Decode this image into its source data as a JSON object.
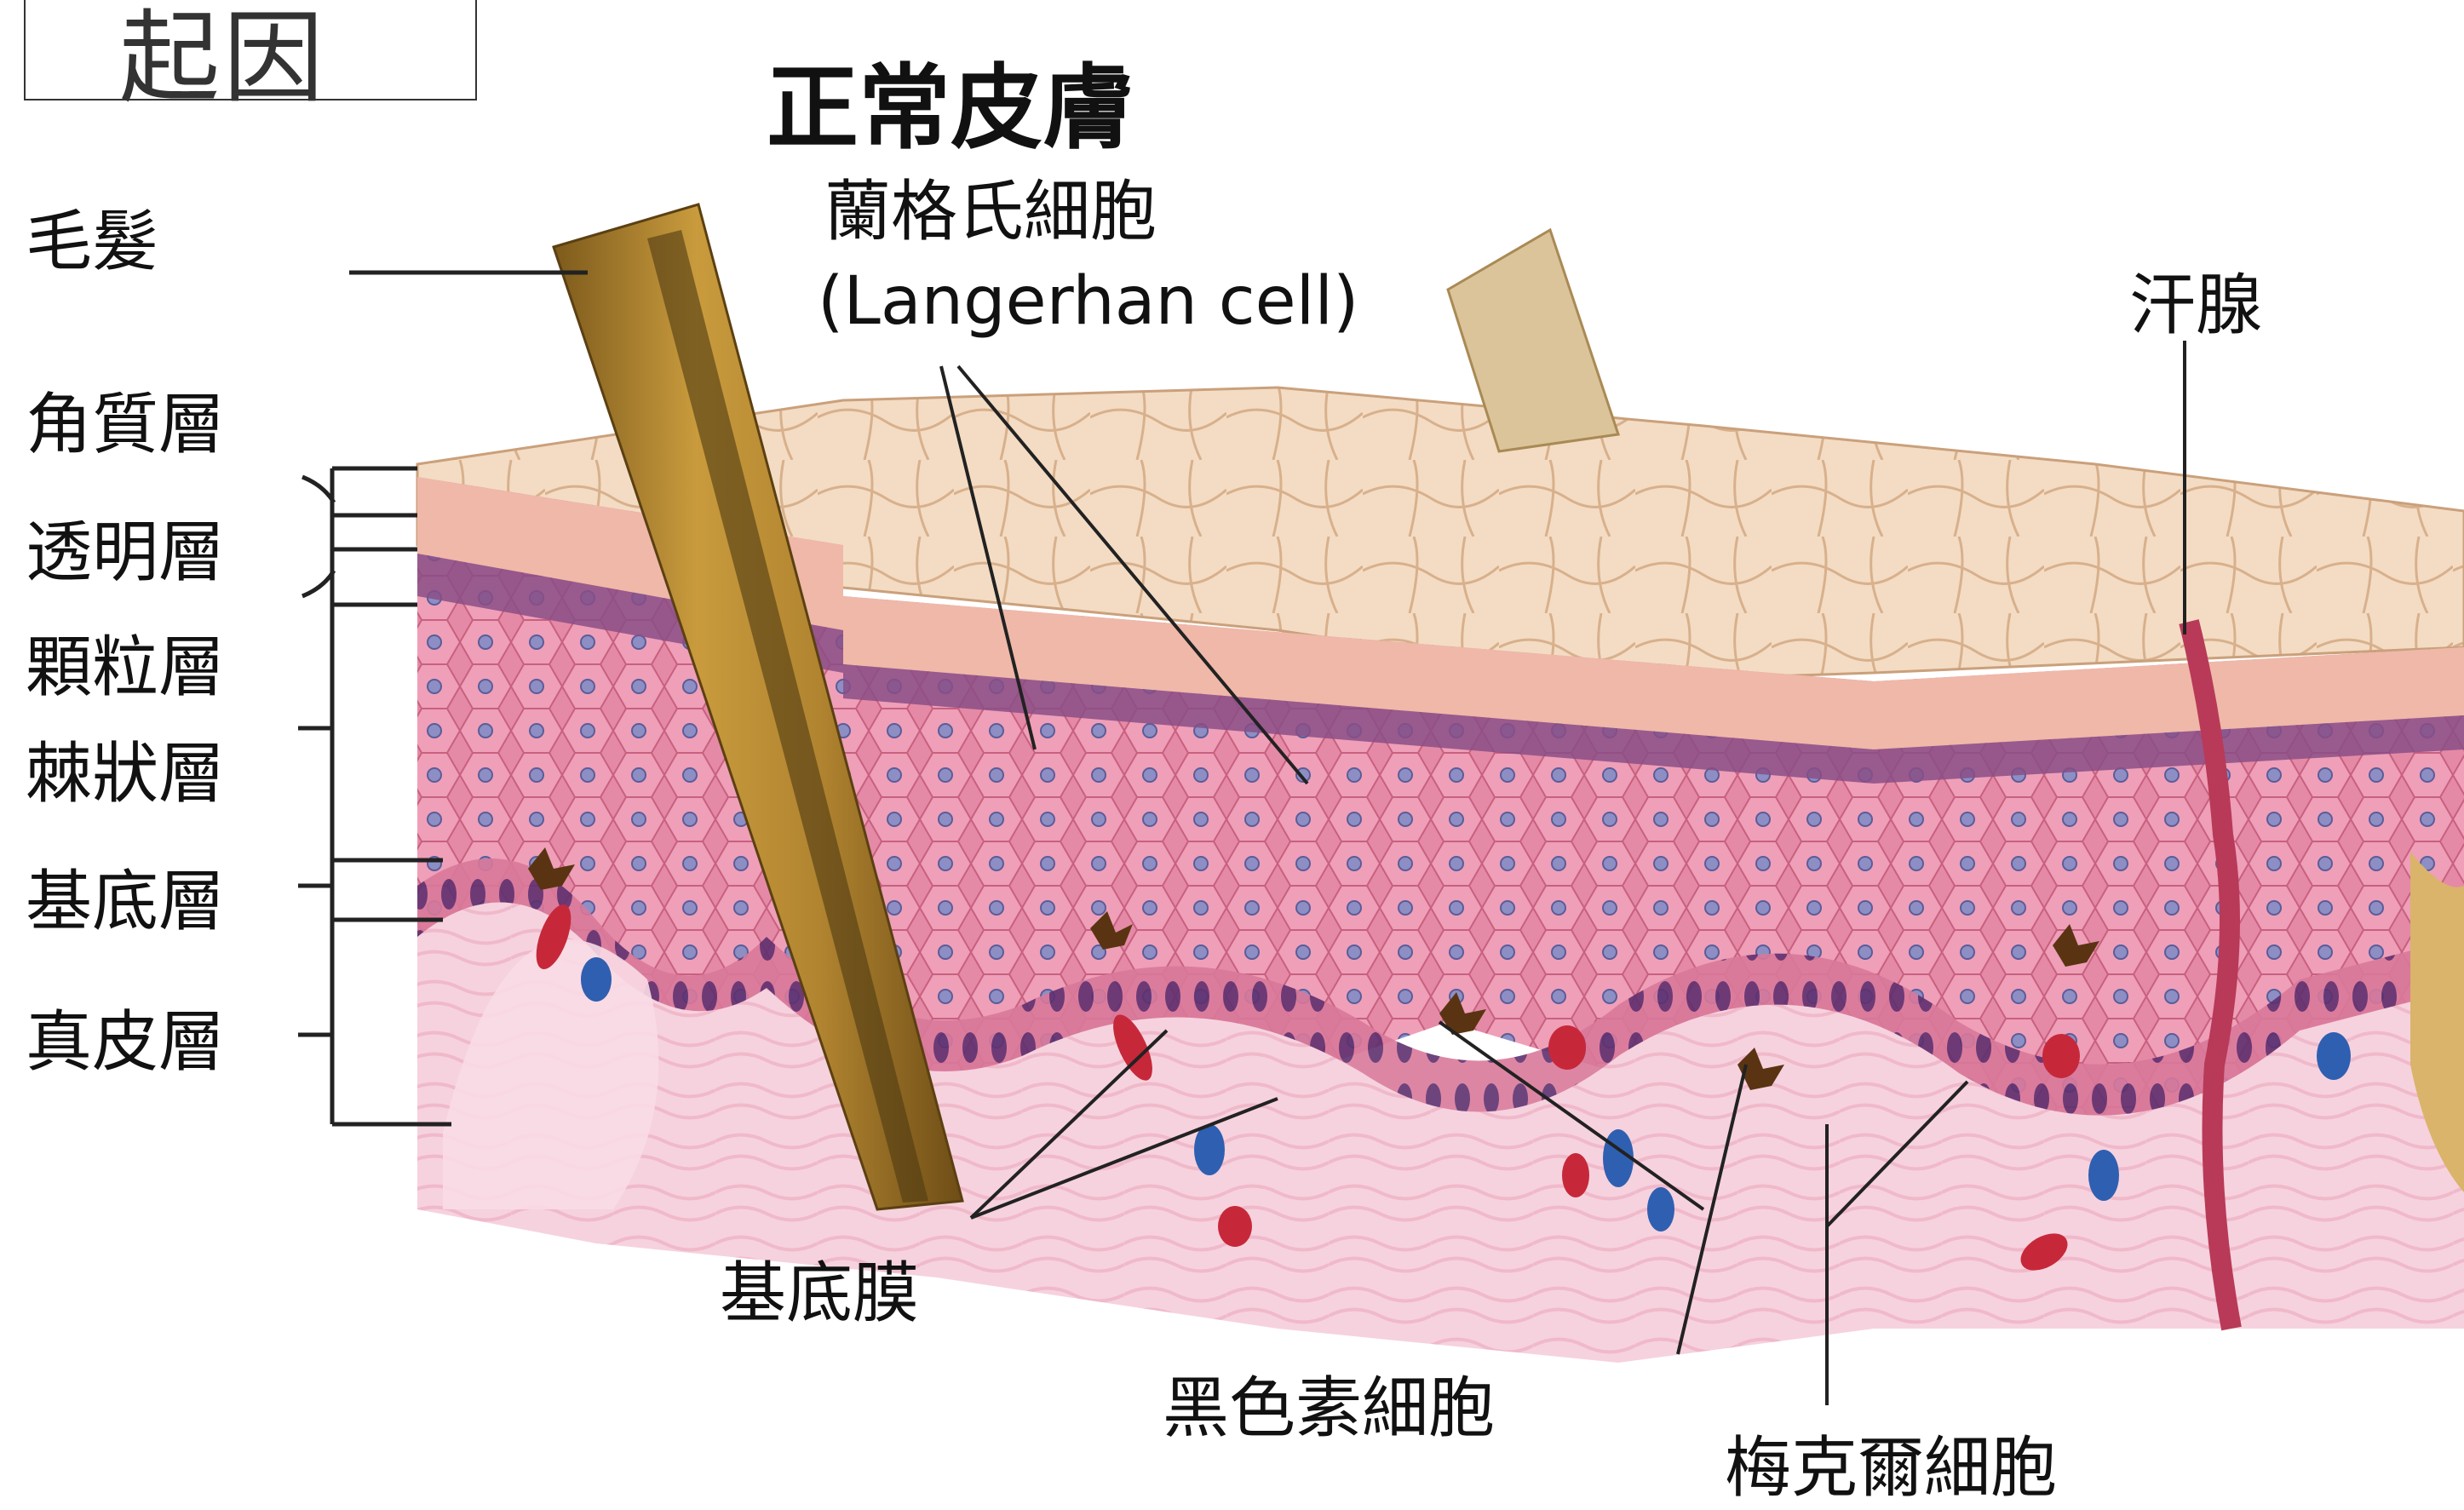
{
  "section_label": "起因",
  "title": "正常皮膚",
  "layers": {
    "hair": "毛髮",
    "stratum_corneum": "角質層",
    "stratum_lucidum": "透明層",
    "stratum_granulosum": "顆粒層",
    "stratum_spinosum": "棘狀層",
    "stratum_basale": "基底層",
    "dermis": "真皮層"
  },
  "annotations": {
    "langerhans_zh": "蘭格氏細胞",
    "langerhans_en": "(Langerhan cell)",
    "sweat_gland": "汗腺",
    "basement_membrane": "基底膜",
    "melanocyte": "黑色素細胞",
    "merkel_cell": "梅克爾細胞"
  },
  "colors": {
    "epidermis_top": "#f1d6b9",
    "spinous_pink": "#e58aa6",
    "basal_purple": "#7a3b77",
    "dermis_pink": "#f4c9d6",
    "hair_gold": "#b68a2e",
    "vessel_red": "#c6283a",
    "vessel_blue": "#2f5fb0"
  }
}
